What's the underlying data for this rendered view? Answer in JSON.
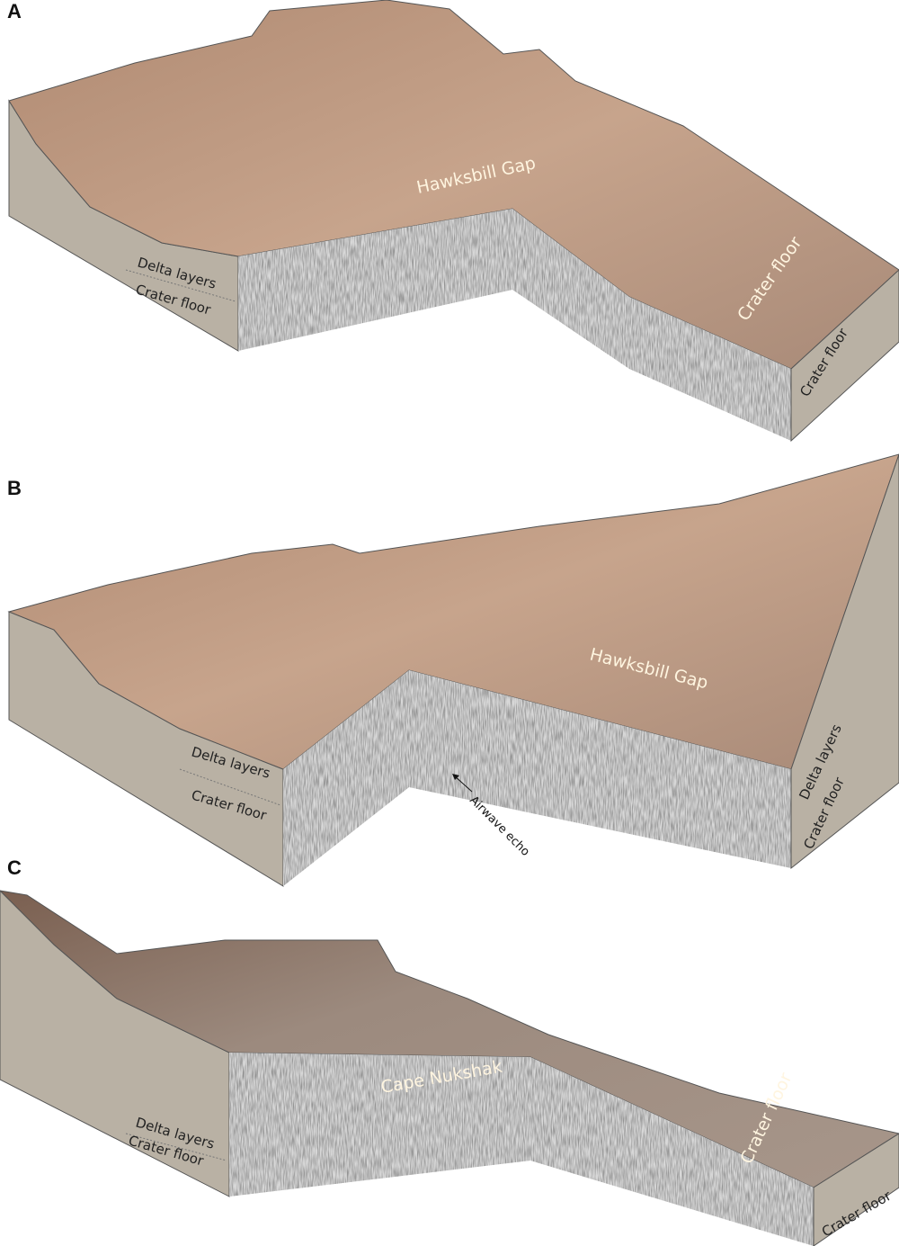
{
  "colors": {
    "terrain_light": "#c9a58c",
    "terrain_dark": "#8e6f5c",
    "side_face": "#b9b1a4",
    "radar": "#8a8a8a"
  },
  "panels": [
    {
      "label": "A",
      "left_side": {
        "upper": "Delta layers",
        "lower": "Crater floor"
      },
      "surface_labels": [
        "Hawksbill Gap",
        "Crater floor"
      ],
      "right_side": {
        "lower": "Crater floor"
      }
    },
    {
      "label": "B",
      "left_side": {
        "upper": "Delta layers",
        "lower": "Crater floor"
      },
      "surface_labels": [
        "Hawksbill Gap"
      ],
      "right_side": {
        "upper": "Delta layers",
        "lower": "Crater floor"
      },
      "annotation": "Airwave echo"
    },
    {
      "label": "C",
      "left_side": {
        "upper": "Delta layers",
        "lower": "Crater floor"
      },
      "surface_labels": [
        "Cape Nukshak",
        "Crater floor"
      ],
      "right_side": {
        "lower": "Crater floor"
      }
    }
  ]
}
